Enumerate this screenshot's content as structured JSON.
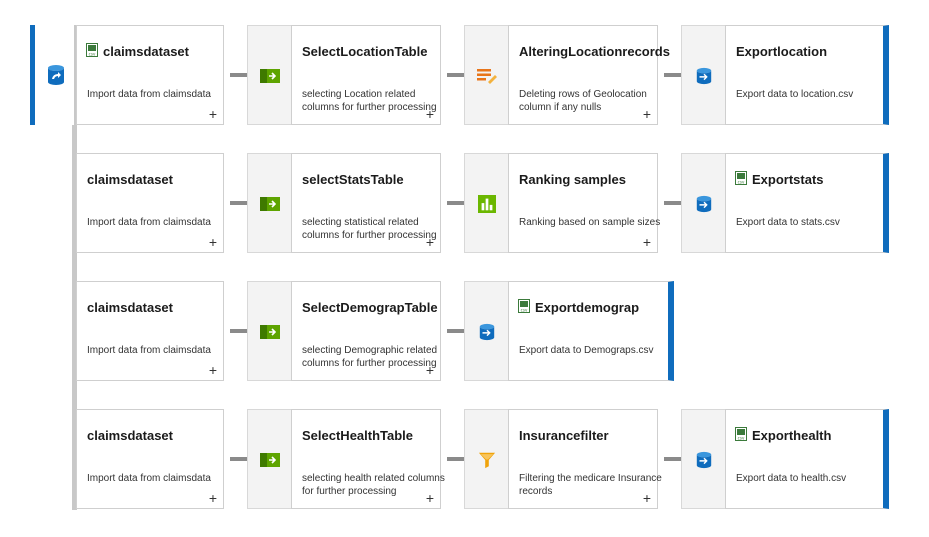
{
  "rows": [
    {
      "source": {
        "title": "claimsdataset",
        "desc": "Import data from claimsdata"
      },
      "select": {
        "title": "SelectLocationTable",
        "desc": "selecting Location related columns for further processing"
      },
      "third": {
        "title": "AlteringLocationrecords",
        "desc": "Deleting rows of Geolocation column if any nulls",
        "icon": "edit-rows-icon"
      },
      "export": {
        "title": "Exportlocation",
        "desc": "Export data to location.csv"
      }
    },
    {
      "source": {
        "title": "claimsdataset",
        "desc": "Import data from claimsdata"
      },
      "select": {
        "title": "selectStatsTable",
        "desc": "selecting statistical related columns for further processing"
      },
      "third": {
        "title": "Ranking samples",
        "desc": "Ranking based on sample sizes",
        "icon": "bar-chart-icon"
      },
      "export": {
        "title": "Exportstats",
        "desc": "Export data to stats.csv"
      }
    },
    {
      "source": {
        "title": "claimsdataset",
        "desc": "Import data from claimsdata"
      },
      "select": {
        "title": "SelectDemograpTable",
        "desc": "selecting Demographic related columns for further processing"
      },
      "export": {
        "title": "Exportdemograp",
        "desc": "Export data to Demograps.csv"
      }
    },
    {
      "source": {
        "title": "claimsdataset",
        "desc": "Import data from claimsdata"
      },
      "select": {
        "title": "SelectHealthTable",
        "desc": "selecting health related columns for further processing"
      },
      "third": {
        "title": "Insurancefilter",
        "desc": "Filtering the medicare Insurance records",
        "icon": "filter-icon"
      },
      "export": {
        "title": "Exporthealth",
        "desc": "Export data to health.csv"
      }
    }
  ],
  "plus_symbol": "+",
  "colors": {
    "accent": "#0f6cbd",
    "select_green": "#5ea400",
    "edit_orange": "#e8751a",
    "filter_orange": "#f0a30a",
    "chart_green": "#6bb700"
  }
}
